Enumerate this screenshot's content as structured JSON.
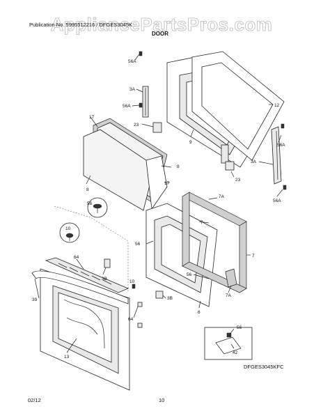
{
  "watermark": "AppliancePartsPros.com",
  "header": {
    "subtitle": "Publication No. 5995512216 / DFGES3045K",
    "title": "DOOR"
  },
  "callouts": {
    "c56a_tl": "56A",
    "c3a_l": "3A",
    "c56a_ml": "56A",
    "c12": "12",
    "c17_top": "17",
    "c23_l": "23",
    "c9": "9",
    "c8_r": "8",
    "c17_r": "17",
    "c8_l": "8",
    "c56a_r": "56A",
    "c3a_r": "3A",
    "c23_r": "23",
    "c56a_br": "56A",
    "c56_screw": "56",
    "c10_screw": "10",
    "c7a_top": "7A",
    "c7_mid": "7",
    "c56_frame": "56",
    "c7_right": "7",
    "c64_top": "64",
    "c3b_l": "3B",
    "c39": "39",
    "c10_r": "10",
    "c56_lower": "56",
    "c7a_bot": "7A",
    "c3b_r": "3B",
    "c6": "6",
    "c64_bot": "64",
    "c13": "13",
    "c56_inset": "56",
    "c42": "42"
  },
  "model": "DFGES3045KFC",
  "footer": {
    "date": "02/12",
    "page": "10"
  }
}
